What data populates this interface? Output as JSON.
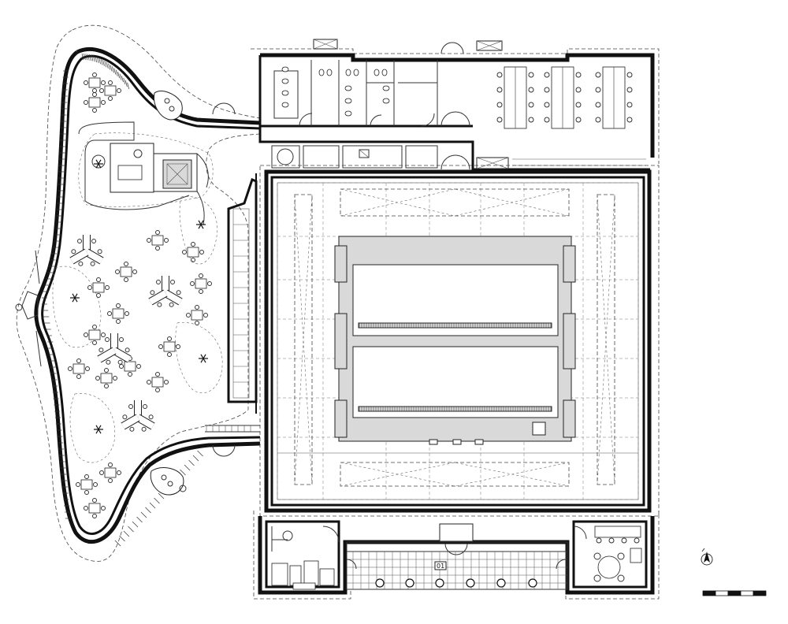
{
  "drawing": {
    "type": "architectural-floor-plan",
    "accent_color": "#111111",
    "fill_color": "#d9d9d9"
  },
  "labels": {
    "room_tag": "01"
  },
  "icons": {
    "north_arrow": "north-arrow-icon",
    "scale_bar": "scale-bar-icon"
  },
  "scale_bar": {
    "segments": 5
  }
}
